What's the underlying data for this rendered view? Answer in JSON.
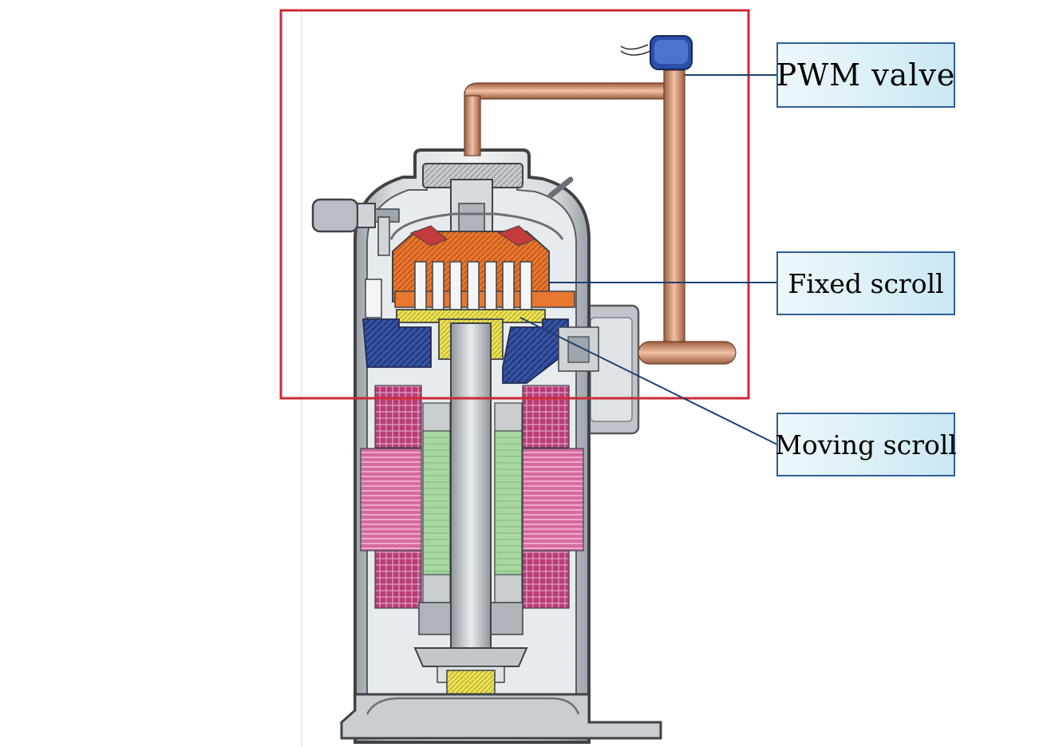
{
  "labels": {
    "pwm_valve": "PWM valve",
    "fixed_scroll": "Fixed scroll",
    "moving_scroll": "Moving scroll"
  },
  "colors": {
    "highlight_frame": "#cc2a35",
    "leader_line": "#1c3f73",
    "callout_border": "#2f5f9a",
    "shell": "#c9ced3",
    "copper_pipe": "#c98b6a",
    "fixed_scroll": "#e6712d",
    "moving_scroll": "#e8e04a",
    "stator_winding": "#c2447f",
    "rotor": "#9fd19b",
    "bearing_housing": "#2c4c9a",
    "solenoid_coil": "#2a4fa8"
  }
}
